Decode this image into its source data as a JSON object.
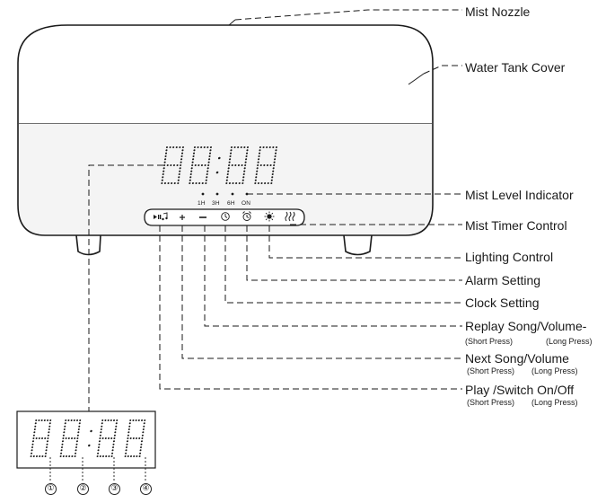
{
  "callouts": {
    "mist_nozzle": "Mist Nozzle",
    "water_tank_cover": "Water Tank Cover",
    "mist_level_indicator": "Mist Level Indicator",
    "mist_timer_control": "Mist Timer Control",
    "lighting_control": "Lighting Control",
    "alarm_setting": "Alarm Setting",
    "clock_setting": "Clock Setting",
    "replay_song": {
      "label": "Replay Song/Volume-",
      "short": "(Short Press)",
      "long": "(Long Press)"
    },
    "next_song": {
      "label": "Next Song/Volume",
      "short": "(Short Press)",
      "long": "(Long Press)"
    },
    "play_switch": {
      "label": "Play /Switch On/Off",
      "short": "(Short Press)",
      "long": "(Long Press)"
    }
  },
  "timer_ticks": [
    "1H",
    "3H",
    "6H",
    "ON"
  ],
  "display_markers": [
    "①",
    "②",
    "③",
    "④"
  ],
  "icons": [
    "play-pause-music-icon",
    "plus-icon",
    "minus-icon",
    "clock-icon",
    "alarm-clock-icon",
    "sun-icon",
    "mist-icon"
  ]
}
